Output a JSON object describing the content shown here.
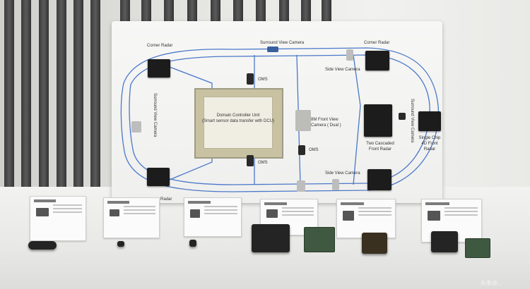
{
  "board_labels": {
    "corner_radar_left": "Corner Radar",
    "surround_view_camera_top": "Surround View Camera",
    "corner_radar_right": "Corner Radar",
    "side_view_camera_top": "Side View Camera",
    "oms_top": "OMS",
    "domain_controller_line1": "Domain Controller Unit",
    "domain_controller_line2": "(Smart  sensor data transfer with DCU)",
    "front_view_camera_line1": "8M Front View",
    "front_view_camera_line2": "Camera ( Dual )",
    "surround_view_camera_left": "Surround View Camera",
    "surround_view_camera_right": "Surround View Camera",
    "two_cascaded_line1": "Two Cascaded",
    "two_cascaded_line2": "Front Radar",
    "single_chip_line1": "Single Chip",
    "single_chip_line2": "4D Front",
    "single_chip_line3": "Radar",
    "oms_middle": "OMS",
    "oms_bottom": "OMS",
    "side_view_camera_bottom": "Side View Camera",
    "radar_bottom": "Radar"
  },
  "watermark": "头条@..."
}
